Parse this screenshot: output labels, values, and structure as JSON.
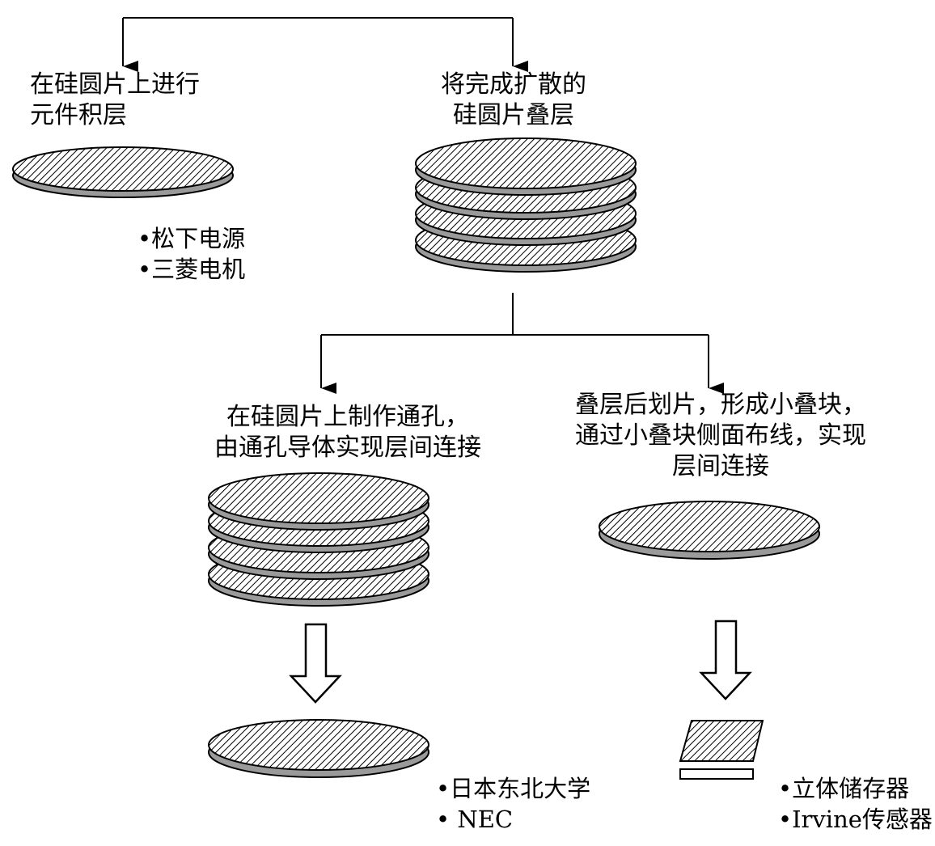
{
  "colors": {
    "stroke": "#000000",
    "wafer_edge": "#9a9a9a",
    "hatch": "#000000",
    "background": "#ffffff"
  },
  "steps": {
    "left_top": {
      "lines": [
        "在硅圆片上进行",
        "元件积层"
      ]
    },
    "center_top": {
      "lines": [
        "将完成扩散的",
        "硅圆片叠层"
      ]
    },
    "left_mid": {
      "lines": [
        "在硅圆片上制作通孔，",
        "由通孔导体实现层间连接"
      ]
    },
    "right_mid": {
      "lines": [
        "叠层后划片，形成小叠块，",
        "通过小叠块侧面布线，实现",
        "层间连接"
      ]
    }
  },
  "examples": {
    "left_top": [
      "•松下电源",
      "•三菱电机"
    ],
    "left_bottom": [
      "•日本东北大学",
      "• NEC"
    ],
    "right_bottom": [
      "•立体储存器",
      "•Irvine传感器"
    ]
  }
}
